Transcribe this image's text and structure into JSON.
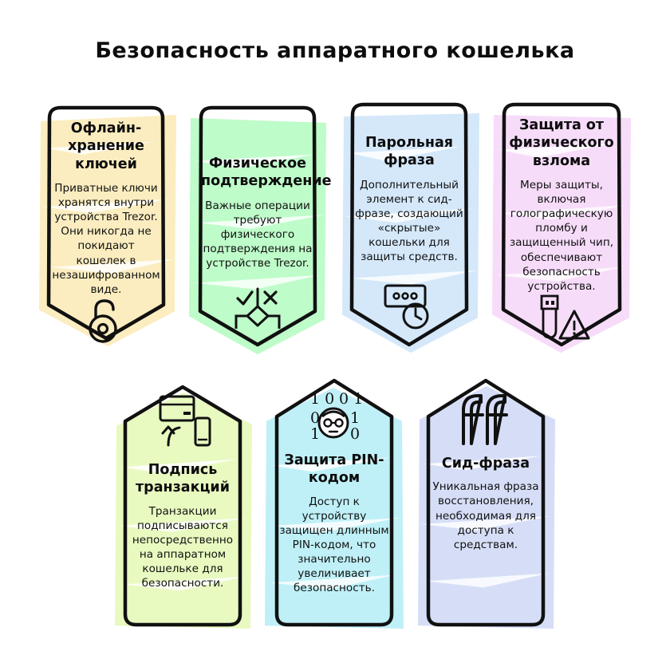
{
  "page": {
    "title": "Безопасность аппаратного кошелька",
    "background": "#ffffff"
  },
  "cards": [
    {
      "id": "offline-key-storage",
      "title": "Офлайн-хранение ключей",
      "body": "Приватные ключи хранятся внутри устройства Trezor. Они никогда не покидают кошелек в незашифрованном виде.",
      "icon": "open-padlock-icon",
      "color": "#FBEDC0",
      "row": "top"
    },
    {
      "id": "physical-confirmation",
      "title": "Физическое подтверждение",
      "body": "Важные операции требуют физического подтверждения на устройстве Trezor.",
      "icon": "approve-reject-decision-icon",
      "color": "#BEFCC9",
      "row": "top"
    },
    {
      "id": "passphrase",
      "title": "Парольная фраза",
      "body": "Дополнительный элемент к сид-фразе, создающий «скрытые» кошельки для защиты средств.",
      "icon": "password-field-clock-icon",
      "color": "#D4E8FA",
      "row": "top"
    },
    {
      "id": "physical-tamper-protection",
      "title": "Защита от физического взлома",
      "body": "Меры защиты, включая голографическую пломбу и защищенный чип, обеспечивают безопасность устройства.",
      "icon": "usb-warning-icon",
      "color": "#F7DCFA",
      "row": "top"
    },
    {
      "id": "transaction-signing",
      "title": "Подпись транзакций",
      "body": "Транзакции подписываются непосредственно на аппаратном кошельке для безопасности.",
      "icon": "card-phone-transfer-icon",
      "color": "#E8FAC0",
      "row": "bottom"
    },
    {
      "id": "pin-protection",
      "title": "Защита PIN-кодом",
      "body": "Доступ к устройству защищен длинным PIN-кодом, что значительно увеличивает безопасность.",
      "icon": "binary-face-icon",
      "icon_digits": [
        "1",
        "0",
        "0",
        "1",
        "0",
        "1",
        "1",
        "0"
      ],
      "color": "#BFF0F7",
      "row": "bottom"
    },
    {
      "id": "seed-phrase",
      "title": "Сид-фраза",
      "body": "Уникальная фраза восстановления, необходимая для доступа к средствам.",
      "icon": "ff-ligature-icon",
      "color": "#D6DEF7",
      "row": "bottom"
    }
  ]
}
